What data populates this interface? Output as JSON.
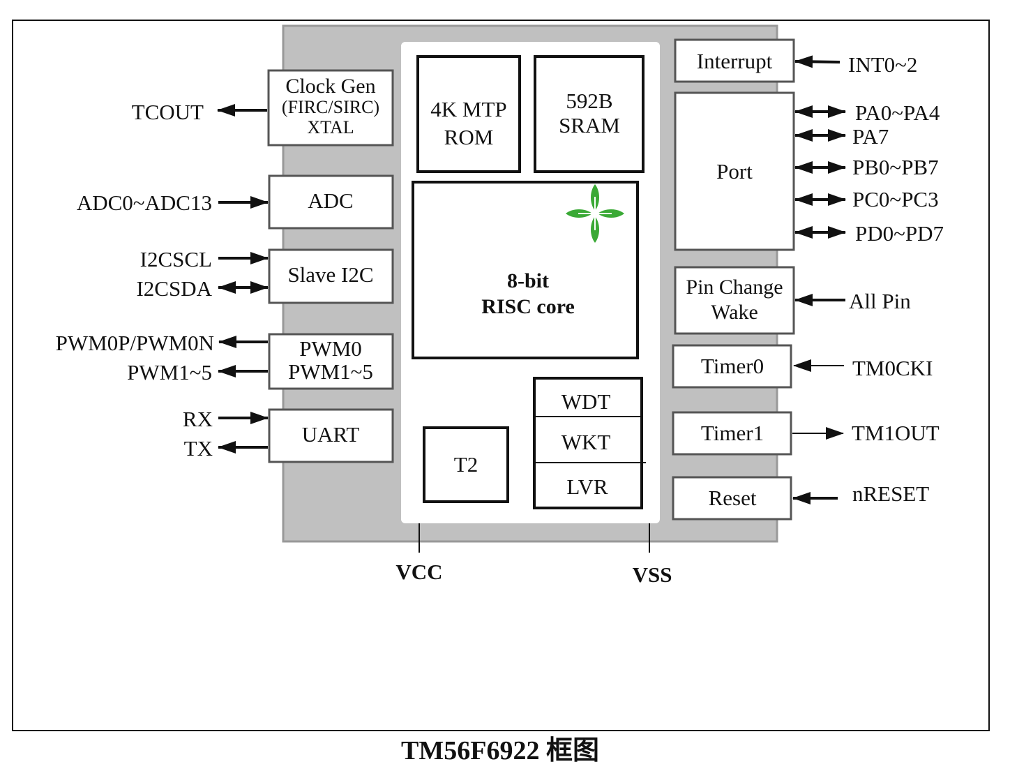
{
  "title": "TM56F6922 框图",
  "left_blocks": {
    "clock": {
      "line1": "Clock Gen",
      "line2": "(FIRC/SIRC)",
      "line3": "XTAL"
    },
    "adc": "ADC",
    "i2c": "Slave I2C",
    "pwm": {
      "line1": "PWM0",
      "line2": "PWM1~5"
    },
    "uart": "UART"
  },
  "left_signals": {
    "tcout": "TCOUT",
    "adc": "ADC0~ADC13",
    "i2cscl": "I2CSCL",
    "i2csda": "I2CSDA",
    "pwm0": "PWM0P/PWM0N",
    "pwm15": "PWM1~5",
    "rx": "RX",
    "tx": "TX"
  },
  "core": {
    "rom": {
      "line1": "4K MTP",
      "line2": "ROM"
    },
    "sram": {
      "line1": "592B",
      "line2": "SRAM"
    },
    "cpu": {
      "line1": "8-bit",
      "line2": "RISC core"
    },
    "t2": "T2",
    "wdt": "WDT",
    "wkt": "WKT",
    "lvr": "LVR"
  },
  "right_blocks": {
    "interrupt": "Interrupt",
    "port": "Port",
    "pcw": {
      "line1": "Pin Change",
      "line2": "Wake"
    },
    "timer0": "Timer0",
    "timer1": "Timer1",
    "reset": "Reset"
  },
  "right_signals": {
    "int": "INT0~2",
    "pa04": "PA0~PA4",
    "pa7": "PA7",
    "pb": "PB0~PB7",
    "pc": "PC0~PC3",
    "pd": "PD0~PD7",
    "allpin": "All Pin",
    "tm0cki": "TM0CKI",
    "tm1out": "TM1OUT",
    "nreset": "nRESET"
  },
  "power": {
    "vcc": "VCC",
    "vss": "VSS"
  },
  "colors": {
    "chip_bg": "#c0c0c0",
    "logo_green": "#3aa935"
  },
  "logo_icon": "fan-logo-icon"
}
